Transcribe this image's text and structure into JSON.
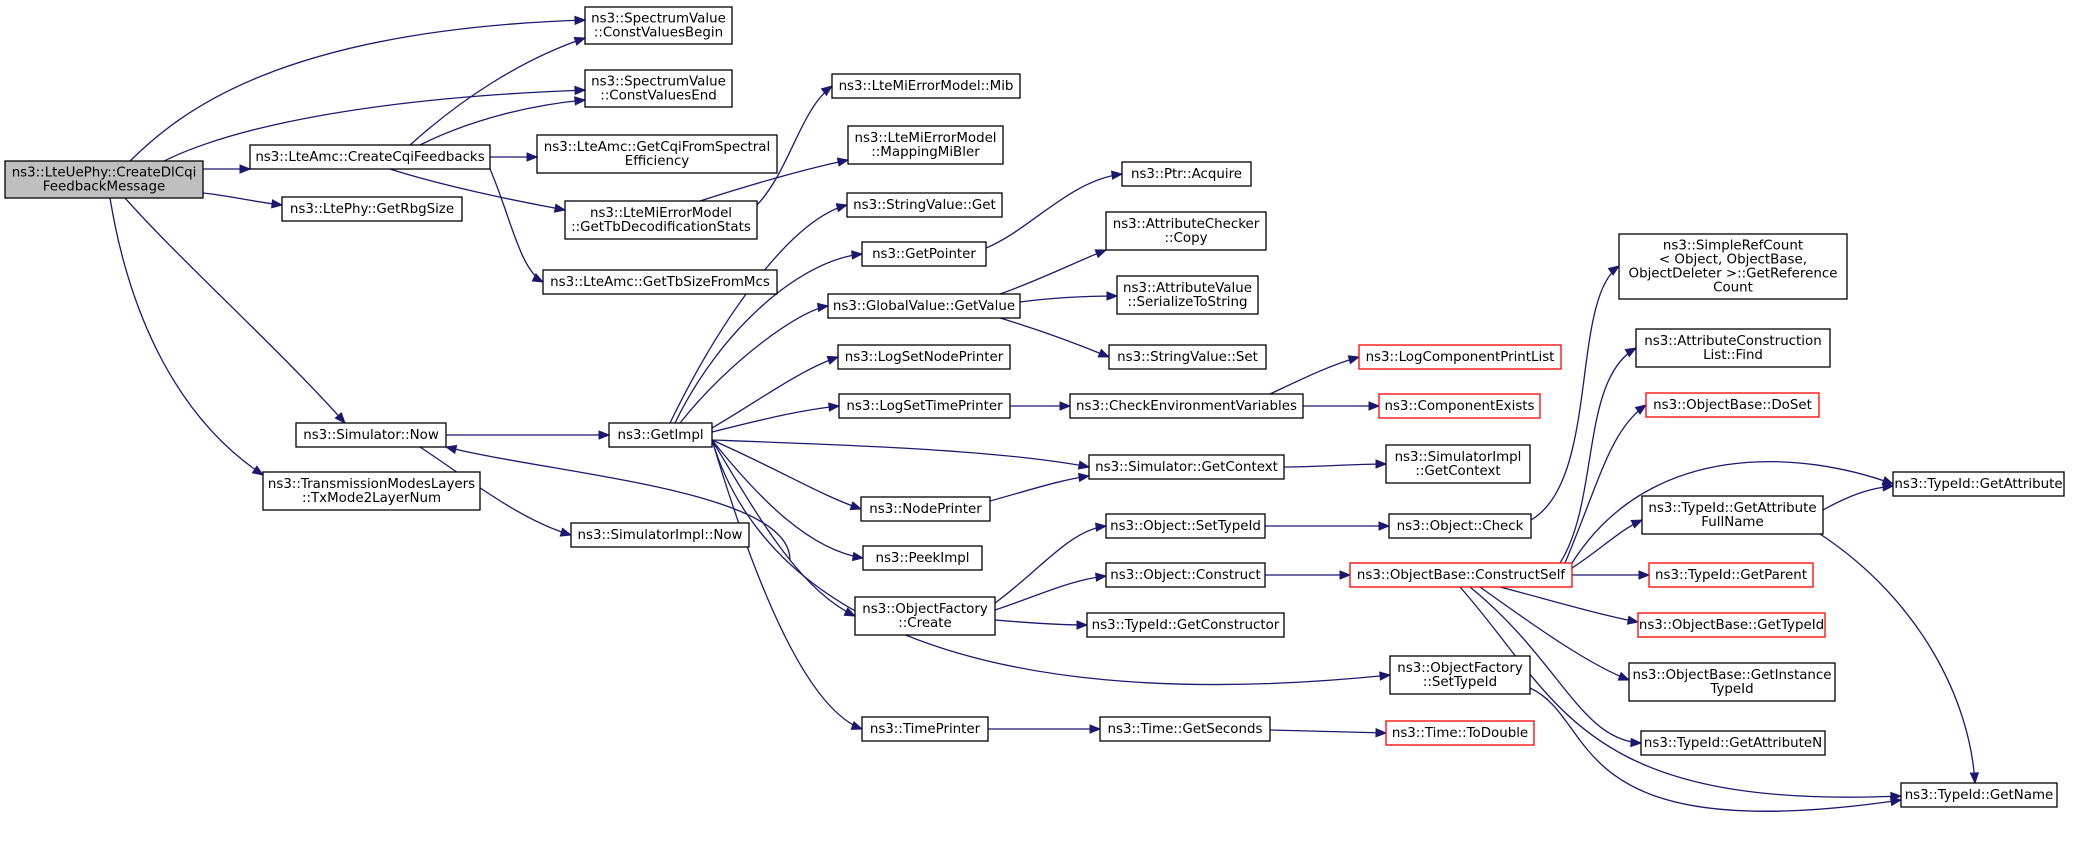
{
  "graph": {
    "nodes": [
      {
        "id": "root",
        "lines": [
          "ns3::LteUePhy::CreateDlCqi",
          "FeedbackMessage"
        ],
        "style": "root"
      },
      {
        "id": "spec_begin",
        "lines": [
          "ns3::SpectrumValue",
          "::ConstValuesBegin"
        ]
      },
      {
        "id": "spec_end",
        "lines": [
          "ns3::SpectrumValue",
          "::ConstValuesEnd"
        ]
      },
      {
        "id": "amc_cqi",
        "lines": [
          "ns3::LteAmc::CreateCqiFeedbacks"
        ]
      },
      {
        "id": "amc_spec",
        "lines": [
          "ns3::LteAmc::GetCqiFromSpectral",
          "Efficiency"
        ]
      },
      {
        "id": "mi_mib",
        "lines": [
          "ns3::LteMiErrorModel::Mib"
        ]
      },
      {
        "id": "mi_map",
        "lines": [
          "ns3::LteMiErrorModel",
          "::MappingMiBler"
        ]
      },
      {
        "id": "mi_tb",
        "lines": [
          "ns3::LteMiErrorModel",
          "::GetTbDecodificationStats"
        ]
      },
      {
        "id": "phy_rbg",
        "lines": [
          "ns3::LtePhy::GetRbgSize"
        ]
      },
      {
        "id": "amc_tb",
        "lines": [
          "ns3::LteAmc::GetTbSizeFromMcs"
        ]
      },
      {
        "id": "sim_now",
        "lines": [
          "ns3::Simulator::Now"
        ]
      },
      {
        "id": "txmode",
        "lines": [
          "ns3::TransmissionModesLayers",
          "::TxMode2LayerNum"
        ]
      },
      {
        "id": "getimpl",
        "lines": [
          "ns3::GetImpl"
        ]
      },
      {
        "id": "simimpl_now",
        "lines": [
          "ns3::SimulatorImpl::Now"
        ]
      },
      {
        "id": "ptr_acq",
        "lines": [
          "ns3::Ptr::Acquire"
        ]
      },
      {
        "id": "strval_get",
        "lines": [
          "ns3::StringValue::Get"
        ]
      },
      {
        "id": "getpointer",
        "lines": [
          "ns3::GetPointer"
        ]
      },
      {
        "id": "attrchk_copy",
        "lines": [
          "ns3::AttributeChecker",
          "::Copy"
        ]
      },
      {
        "id": "gv_get",
        "lines": [
          "ns3::GlobalValue::GetValue"
        ]
      },
      {
        "id": "attrval_ser",
        "lines": [
          "ns3::AttributeValue",
          "::SerializeToString"
        ]
      },
      {
        "id": "strval_set",
        "lines": [
          "ns3::StringValue::Set"
        ]
      },
      {
        "id": "log_node",
        "lines": [
          "ns3::LogSetNodePrinter"
        ]
      },
      {
        "id": "log_time",
        "lines": [
          "ns3::LogSetTimePrinter"
        ]
      },
      {
        "id": "check_env",
        "lines": [
          "ns3::CheckEnvironmentVariables"
        ]
      },
      {
        "id": "log_comp",
        "lines": [
          "ns3::LogComponentPrintList"
        ],
        "style": "trunc"
      },
      {
        "id": "comp_exists",
        "lines": [
          "ns3::ComponentExists"
        ],
        "style": "trunc"
      },
      {
        "id": "sim_ctx",
        "lines": [
          "ns3::Simulator::GetContext"
        ]
      },
      {
        "id": "simimpl_ctx",
        "lines": [
          "ns3::SimulatorImpl",
          "::GetContext"
        ]
      },
      {
        "id": "nodeprinter",
        "lines": [
          "ns3::NodePrinter"
        ]
      },
      {
        "id": "peekimpl",
        "lines": [
          "ns3::PeekImpl"
        ]
      },
      {
        "id": "objfac_create",
        "lines": [
          "ns3::ObjectFactory",
          "::Create"
        ]
      },
      {
        "id": "obj_settid",
        "lines": [
          "ns3::Object::SetTypeId"
        ]
      },
      {
        "id": "obj_construct",
        "lines": [
          "ns3::Object::Construct"
        ]
      },
      {
        "id": "tid_ctor",
        "lines": [
          "ns3::TypeId::GetConstructor"
        ]
      },
      {
        "id": "obj_check",
        "lines": [
          "ns3::Object::Check"
        ]
      },
      {
        "id": "ob_cself",
        "lines": [
          "ns3::ObjectBase::ConstructSelf"
        ],
        "style": "trunc"
      },
      {
        "id": "objfac_settid",
        "lines": [
          "ns3::ObjectFactory",
          "::SetTypeId"
        ]
      },
      {
        "id": "timeprinter",
        "lines": [
          "ns3::TimePrinter"
        ]
      },
      {
        "id": "time_getsec",
        "lines": [
          "ns3::Time::GetSeconds"
        ]
      },
      {
        "id": "time_todbl",
        "lines": [
          "ns3::Time::ToDouble"
        ],
        "style": "trunc"
      },
      {
        "id": "srefcount",
        "lines": [
          "ns3::SimpleRefCount",
          "< Object, ObjectBase,",
          " ObjectDeleter >::GetReference",
          "Count"
        ]
      },
      {
        "id": "attr_cons_find",
        "lines": [
          "ns3::AttributeConstruction",
          "List::Find"
        ]
      },
      {
        "id": "ob_doset",
        "lines": [
          "ns3::ObjectBase::DoSet"
        ],
        "style": "trunc"
      },
      {
        "id": "tid_getattr",
        "lines": [
          "ns3::TypeId::GetAttribute"
        ]
      },
      {
        "id": "tid_attrfull",
        "lines": [
          "ns3::TypeId::GetAttribute",
          "FullName"
        ]
      },
      {
        "id": "tid_parent",
        "lines": [
          "ns3::TypeId::GetParent"
        ],
        "style": "trunc"
      },
      {
        "id": "ob_gettid",
        "lines": [
          "ns3::ObjectBase::GetTypeId"
        ],
        "style": "trunc"
      },
      {
        "id": "ob_getinst",
        "lines": [
          "ns3::ObjectBase::GetInstance",
          "TypeId"
        ]
      },
      {
        "id": "tid_attrn",
        "lines": [
          "ns3::TypeId::GetAttributeN"
        ]
      },
      {
        "id": "tid_getname",
        "lines": [
          "ns3::TypeId::GetName"
        ]
      }
    ]
  }
}
